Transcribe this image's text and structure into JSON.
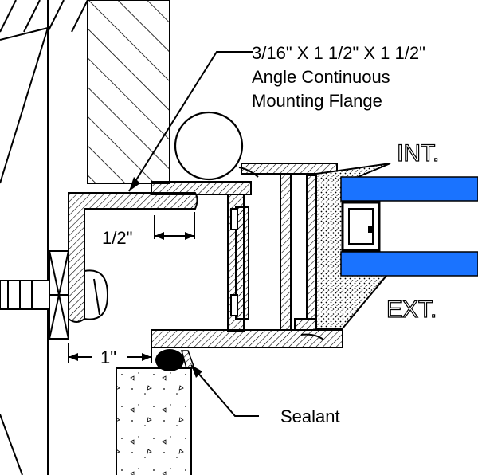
{
  "callouts": {
    "angle_line1": "3/16\" X 1 1/2\" X 1 1/2\"",
    "angle_line2": "Angle Continuous",
    "angle_line3": "Mounting Flange",
    "sealant": "Sealant"
  },
  "side_labels": {
    "interior": "INT.",
    "exterior": "EXT."
  },
  "dimensions": {
    "half_inch": "1/2\"",
    "one_inch": "1\""
  },
  "colors": {
    "glass": "#1a73ff",
    "line": "#000000"
  }
}
